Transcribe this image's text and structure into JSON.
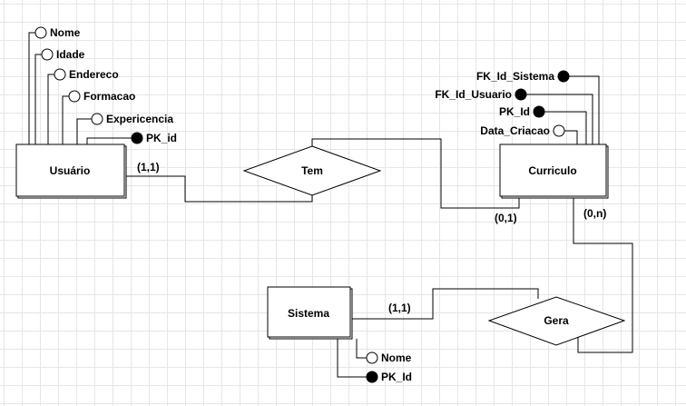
{
  "entities": {
    "usuario": "Usuário",
    "curriculo": "Curriculo",
    "sistema": "Sistema"
  },
  "relationships": {
    "tem": "Tem",
    "gera": "Gera"
  },
  "cardinalities": {
    "usuario_tem": "(1,1)",
    "tem_curriculo": "(0,1)",
    "curriculo_gera": "(0,n)",
    "sistema_gera": "(1,1)"
  },
  "attributes": {
    "usuario": [
      {
        "label": "Nome",
        "key": false
      },
      {
        "label": "Idade",
        "key": false
      },
      {
        "label": "Endereco",
        "key": false
      },
      {
        "label": "Formacao",
        "key": false
      },
      {
        "label": "Expericencia",
        "key": false
      },
      {
        "label": "PK_id",
        "key": true
      }
    ],
    "curriculo": [
      {
        "label": "FK_Id_Sistema",
        "key": true
      },
      {
        "label": "FK_Id_Usuario",
        "key": true
      },
      {
        "label": "PK_Id",
        "key": true
      },
      {
        "label": "Data_Criacao",
        "key": false
      }
    ],
    "sistema": [
      {
        "label": "Nome",
        "key": false
      },
      {
        "label": "PK_Id",
        "key": true
      }
    ]
  }
}
